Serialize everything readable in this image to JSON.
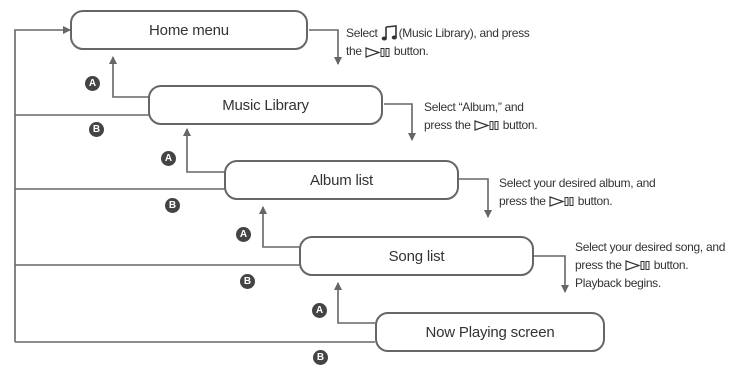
{
  "screens": [
    {
      "label": "Home menu"
    },
    {
      "label": "Music Library"
    },
    {
      "label": "Album list"
    },
    {
      "label": "Song list"
    },
    {
      "label": "Now Playing screen"
    }
  ],
  "steps": [
    {
      "line1_pre": "Select ",
      "line1_post": "(Music Library), and press",
      "line2_pre": "the ",
      "line2_post": " button.",
      "icon": "music-note-icon"
    },
    {
      "line1": "Select “Album,” and",
      "line2_pre": "press the ",
      "line2_post": " button."
    },
    {
      "line1": "Select your desired album, and",
      "line2_pre": "press the ",
      "line2_post": " button."
    },
    {
      "line1": "Select your desired song, and",
      "line2_pre": "press the ",
      "line2_post": " button.",
      "line3": "Playback begins."
    }
  ],
  "badges": {
    "up": "A",
    "back": "B"
  },
  "colors": {
    "line": "#666666",
    "badge": "#444444",
    "text": "#333333"
  },
  "icons": [
    "play-pause-icon",
    "music-note-icon"
  ]
}
